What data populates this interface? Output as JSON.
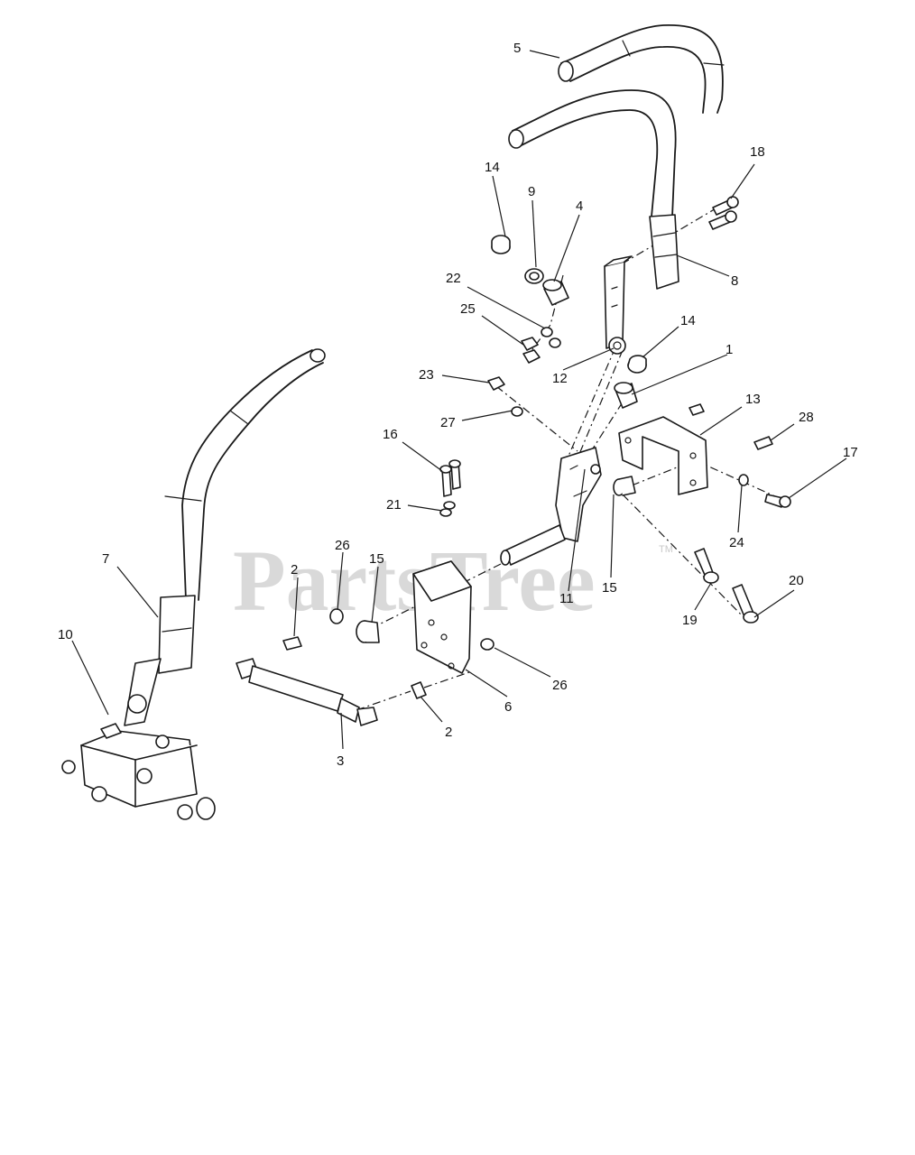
{
  "watermark": {
    "text": "PartsTree",
    "trademark": "TM"
  },
  "callouts": [
    {
      "id": "c1",
      "label": "1"
    },
    {
      "id": "c2a",
      "label": "2"
    },
    {
      "id": "c2b",
      "label": "2"
    },
    {
      "id": "c3",
      "label": "3"
    },
    {
      "id": "c4",
      "label": "4"
    },
    {
      "id": "c5",
      "label": "5"
    },
    {
      "id": "c6",
      "label": "6"
    },
    {
      "id": "c7",
      "label": "7"
    },
    {
      "id": "c8",
      "label": "8"
    },
    {
      "id": "c9",
      "label": "9"
    },
    {
      "id": "c10",
      "label": "10"
    },
    {
      "id": "c11",
      "label": "11"
    },
    {
      "id": "c12",
      "label": "12"
    },
    {
      "id": "c13",
      "label": "13"
    },
    {
      "id": "c14a",
      "label": "14"
    },
    {
      "id": "c14b",
      "label": "14"
    },
    {
      "id": "c15a",
      "label": "15"
    },
    {
      "id": "c15b",
      "label": "15"
    },
    {
      "id": "c16",
      "label": "16"
    },
    {
      "id": "c17",
      "label": "17"
    },
    {
      "id": "c18",
      "label": "18"
    },
    {
      "id": "c19",
      "label": "19"
    },
    {
      "id": "c20",
      "label": "20"
    },
    {
      "id": "c21",
      "label": "21"
    },
    {
      "id": "c22",
      "label": "22"
    },
    {
      "id": "c23",
      "label": "23"
    },
    {
      "id": "c24",
      "label": "24"
    },
    {
      "id": "c25",
      "label": "25"
    },
    {
      "id": "c26a",
      "label": "26"
    },
    {
      "id": "c26b",
      "label": "26"
    },
    {
      "id": "c27",
      "label": "27"
    },
    {
      "id": "c28",
      "label": "28"
    }
  ]
}
